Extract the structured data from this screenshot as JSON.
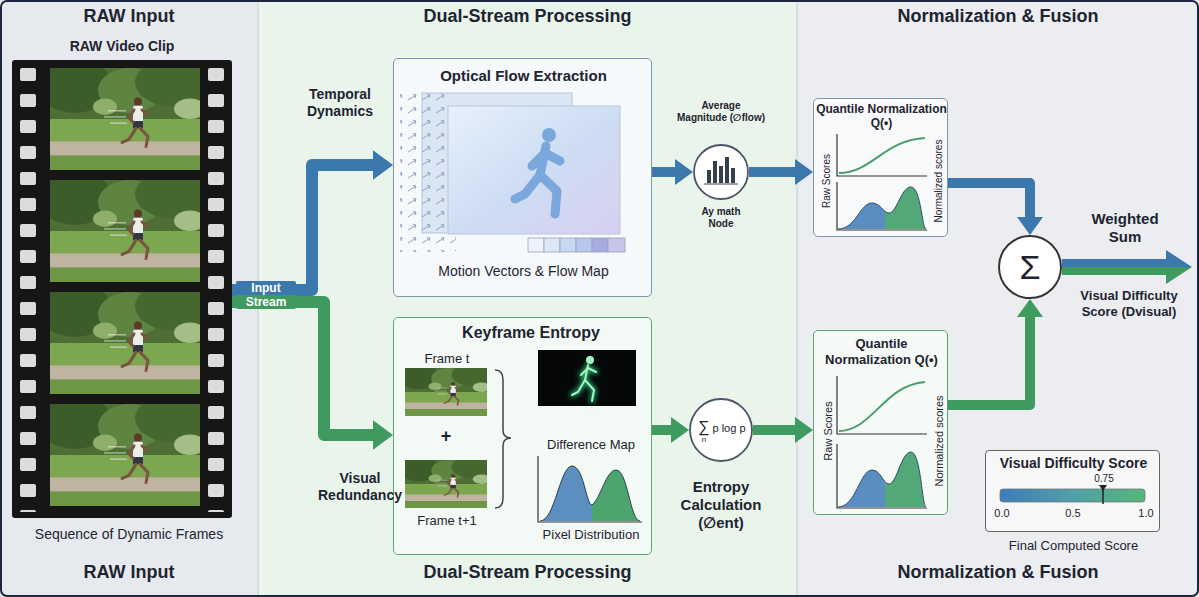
{
  "diagram": {
    "nodes": [
      {
        "text": [
          "RAW Input",
          "RAW Input"
        ]
      },
      {
        "text": [
          "RAW Video Clip",
          "Sequence of Dynamic Frames"
        ],
        "in": 0
      },
      {
        "text": [
          "Dual-Stream Processing",
          "Dual-Stream Processing"
        ]
      },
      {
        "text": [
          "Optical Flow Extraction",
          "Motion Vectors & Flow Map"
        ],
        "in": 2
      },
      {
        "text": [
          "Keyframe Entropy",
          "Frame t",
          "Frame t+1",
          "Difference Map",
          "Pixel Distribution"
        ],
        "in": 2
      },
      {
        "text": [
          "Average Magnitude (∅flow)",
          "Ay math Node"
        ],
        "in": 2
      },
      {
        "text": [
          "∑",
          "n",
          "p log p",
          "Entropy Calculation (∅ent)"
        ],
        "in": 2
      },
      {
        "text": [
          "Normalization & Fusion",
          "Normalization & Fusion"
        ]
      },
      {
        "text": [
          "Quantile Normalization Q(•)",
          "Raw Scores",
          "Normalized scores"
        ],
        "in": 7
      },
      {
        "text": [
          "Quantile Normalization Q(•)",
          "Raw Scores",
          "Normalized scores"
        ],
        "in": 7
      },
      {
        "text": [
          "Σ",
          "Weighted Sum"
        ],
        "in": 7
      },
      {
        "text": [
          "Visual Difficulty Score",
          "0.75",
          "0.0",
          "0.5",
          "1.0",
          "Final Computed Score"
        ],
        "in": 7
      }
    ],
    "edges": [
      {
        "from": 1,
        "to": 3,
        "arrow": "to"
      },
      {
        "from": 1,
        "to": 4,
        "arrow": "to"
      },
      {
        "from": 3,
        "to": 5,
        "arrow": "to"
      },
      {
        "from": 4,
        "to": 6,
        "arrow": "to"
      },
      {
        "from": 5,
        "to": 8,
        "arrow": "to"
      },
      {
        "from": 6,
        "to": 9,
        "arrow": "to"
      },
      {
        "from": 8,
        "to": 10,
        "arrow": "to"
      },
      {
        "from": 9,
        "to": 10,
        "arrow": "to"
      }
    ],
    "labels": [
      "Temporal Dynamics",
      "Visual Redundancy",
      "Input Stream",
      "+",
      "Visual Difficulty Score (Dvisual)"
    ]
  }
}
